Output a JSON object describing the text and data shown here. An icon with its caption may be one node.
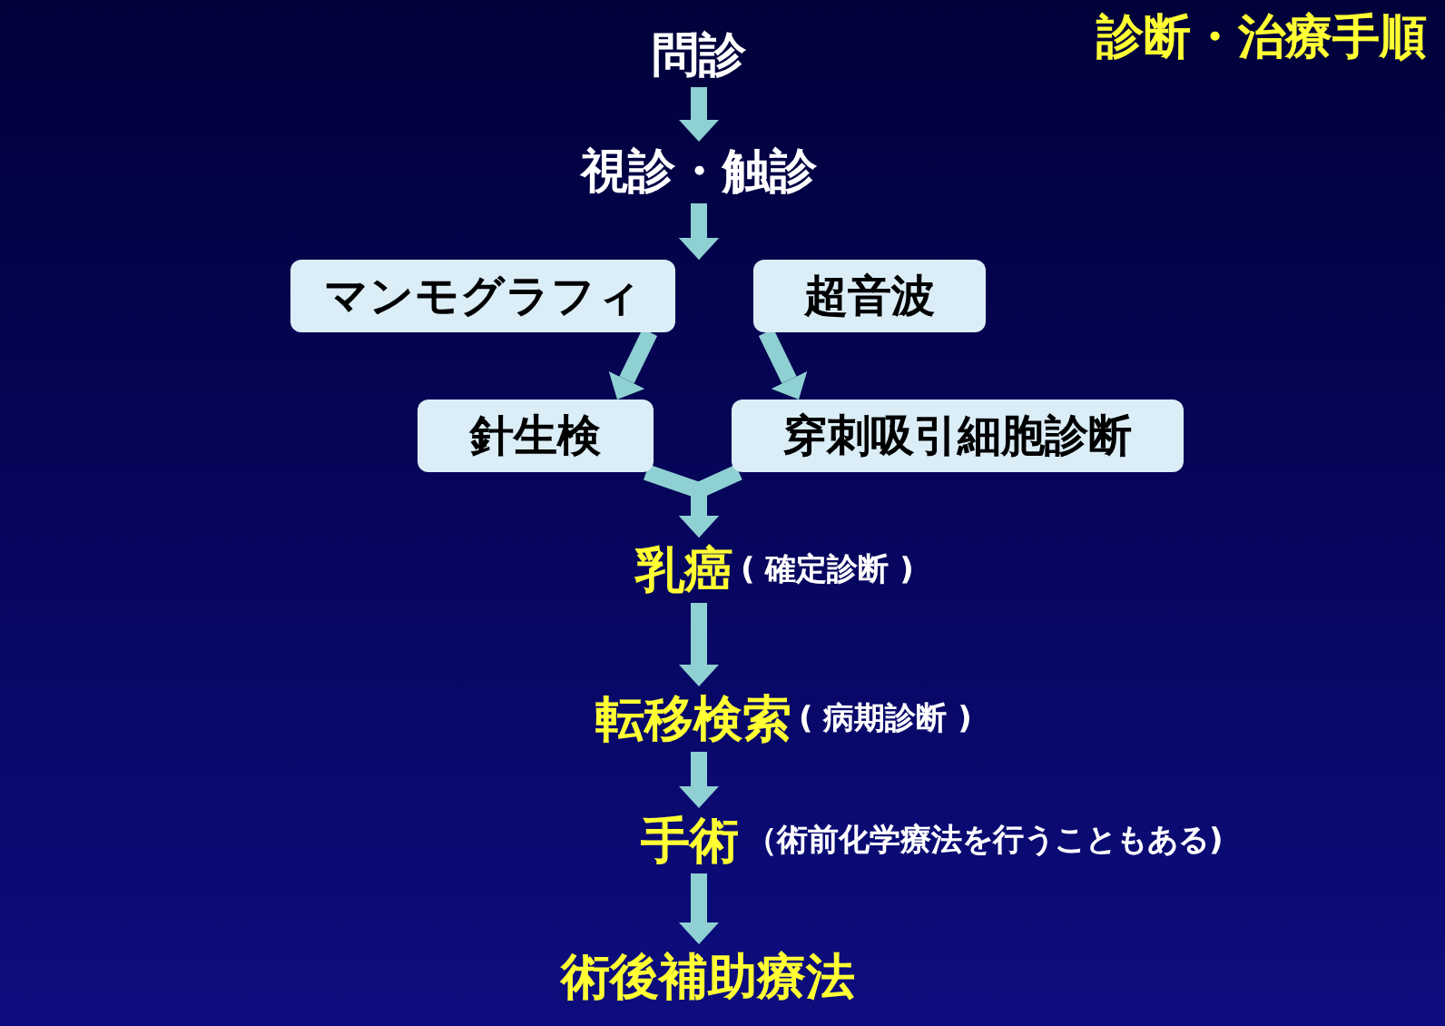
{
  "diagram": {
    "title": "診断・治療手順",
    "nodes": [
      {
        "text": [
          "問診"
        ]
      },
      {
        "text": [
          "視診・触診"
        ]
      },
      {
        "text": [
          "マンモグラフィ"
        ]
      },
      {
        "text": [
          "超音波"
        ]
      },
      {
        "text": [
          "針生検"
        ]
      },
      {
        "text": [
          "穿刺吸引細胞診断"
        ]
      },
      {
        "text": [
          "乳癌"
        ],
        "beside": [
          "( 確定診断 )"
        ]
      },
      {
        "text": [
          "転移検索"
        ],
        "beside": [
          "( 病期診断 )"
        ]
      },
      {
        "text": [
          "手術"
        ],
        "beside": [
          "（術前化学療法を行うこともある)"
        ]
      },
      {
        "text": [
          "術後補助療法"
        ]
      }
    ],
    "edges": [
      {
        "from": 0,
        "to": 1,
        "arrow": "to"
      },
      {
        "from": 1,
        "to": 2,
        "arrow": "to"
      },
      {
        "from": 1,
        "to": 3,
        "arrow": "to"
      },
      {
        "from": 2,
        "to": 4,
        "arrow": "to"
      },
      {
        "from": 3,
        "to": 5,
        "arrow": "to"
      },
      {
        "from": 4,
        "to": 6,
        "arrow": "to"
      },
      {
        "from": 5,
        "to": 6,
        "arrow": "to"
      },
      {
        "from": 6,
        "to": 7,
        "arrow": "to"
      },
      {
        "from": 7,
        "to": 8,
        "arrow": "to"
      },
      {
        "from": 8,
        "to": 9,
        "arrow": "to"
      }
    ]
  }
}
